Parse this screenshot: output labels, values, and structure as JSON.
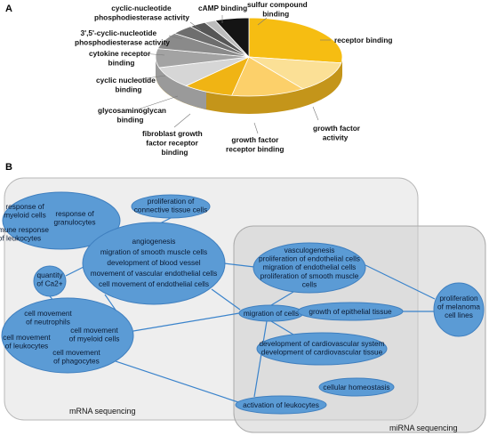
{
  "panel_a": {
    "letter": "A",
    "slices": [
      {
        "label": [
          "receptor binding"
        ],
        "color": "#f6bd12",
        "value": 28
      },
      {
        "label": [
          "growth factor",
          "activity"
        ],
        "color": "#fbe096",
        "value": 13
      },
      {
        "label": [
          "growth factor",
          "receptor binding"
        ],
        "color": "#fcd06a",
        "value": 13
      },
      {
        "label": [
          "fibroblast growth",
          "factor receptor",
          "binding"
        ],
        "color": "#f0b414",
        "value": 9
      },
      {
        "label": [
          "glycosaminoglycan",
          "binding"
        ],
        "color": "#d6d6d6",
        "value": 9
      },
      {
        "label": [
          "cyclic nucleotide",
          "binding"
        ],
        "color": "#a3a3a3",
        "value": 8
      },
      {
        "label": [
          "cytokine receptor",
          "binding"
        ],
        "color": "#8a8a8a",
        "value": 7
      },
      {
        "label": [
          "3',5'-cyclic-nucleotide",
          "phosphodiesterase activity"
        ],
        "color": "#6e6e6e",
        "value": 4
      },
      {
        "label": [
          "cyclic-nucleotide",
          "phosphodiesterase activity"
        ],
        "color": "#565656",
        "value": 3
      },
      {
        "label": [
          "cAMP binding"
        ],
        "color": "#bcbcbc",
        "value": 2
      },
      {
        "label": [
          "sulfur compound",
          "binding"
        ],
        "color": "#141414",
        "value": 6
      }
    ]
  },
  "panel_b": {
    "letter": "B",
    "regions": {
      "mrna": "mRNA sequencing",
      "mirna": "miRNA sequencing"
    },
    "nodes": [
      {
        "id": "myeloid",
        "lines": [
          "response of",
          "myeloid cells"
        ]
      },
      {
        "id": "granulocytes",
        "lines": [
          "response of",
          "granulocytes"
        ]
      },
      {
        "id": "immune",
        "lines": [
          "immune response",
          "of leukocytes"
        ]
      },
      {
        "id": "connective",
        "lines": [
          "proliferation of",
          "connective tissue cells"
        ]
      },
      {
        "id": "angio",
        "lines": [
          "angiogenesis",
          "migration of smooth muscle cells",
          "development of blood vessel",
          "movement of vascular endothelial cells",
          "cell movement of endothelial cells"
        ]
      },
      {
        "id": "ca",
        "lines": [
          "quantity",
          "of Ca2+"
        ]
      },
      {
        "id": "vasculo",
        "lines": [
          "vasculogenesis",
          "proliferation of endothelial cells",
          "migration of endothelial cells",
          "proliferation of smooth muscle",
          "cells"
        ]
      },
      {
        "id": "melanoma",
        "lines": [
          "proliferation",
          "of melanoma",
          "cell lines"
        ]
      },
      {
        "id": "neutrophils",
        "lines": [
          "cell movement",
          "of neutrophils"
        ]
      },
      {
        "id": "cm_leuko",
        "lines": [
          "cell movement",
          "of leukocytes"
        ]
      },
      {
        "id": "cm_myeloid",
        "lines": [
          "cell movement",
          "of myeloid cells"
        ]
      },
      {
        "id": "phagocytes",
        "lines": [
          "cell movement",
          "of phagocytes"
        ]
      },
      {
        "id": "migration",
        "lines": [
          "migration of cells"
        ]
      },
      {
        "id": "epithelial",
        "lines": [
          "growth of epithelial tissue"
        ]
      },
      {
        "id": "cardio",
        "lines": [
          "development of cardiovascular system",
          "development of cardiovascular tissue"
        ]
      },
      {
        "id": "homeostasis",
        "lines": [
          "cellular homeostasis"
        ]
      },
      {
        "id": "activation",
        "lines": [
          "activation of leukocytes"
        ]
      }
    ],
    "edges": [
      [
        "connective",
        "angio"
      ],
      [
        "angio",
        "ca"
      ],
      [
        "ca",
        "leuk"
      ],
      [
        "angio",
        "leuk"
      ],
      [
        "angio",
        "vasculo"
      ],
      [
        "angio",
        "migration"
      ],
      [
        "migration",
        "vasculo"
      ],
      [
        "migration",
        "epithelial"
      ],
      [
        "migration",
        "cardio"
      ],
      [
        "migration",
        "activation"
      ],
      [
        "migration",
        "leuk"
      ],
      [
        "leuk",
        "activation"
      ],
      [
        "vasculo",
        "melanoma"
      ],
      [
        "epithelial",
        "melanoma"
      ]
    ]
  }
}
